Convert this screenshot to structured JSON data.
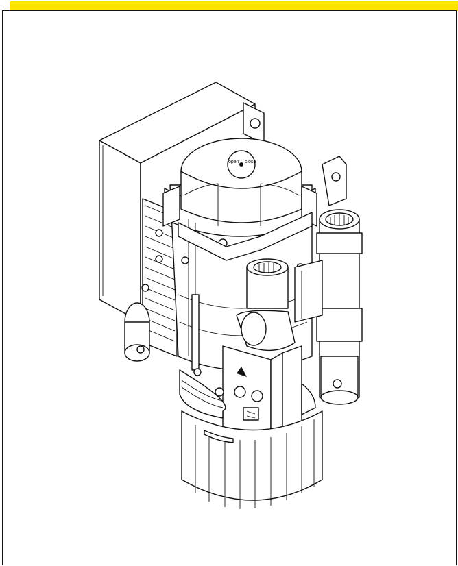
{
  "colors": {
    "header_bar": "#FFE400",
    "line": "#111111",
    "background": "#ffffff"
  },
  "illustration": {
    "subject": "pump-assembly-drawing",
    "cap_label_1": "open",
    "cap_label_2": "close"
  }
}
